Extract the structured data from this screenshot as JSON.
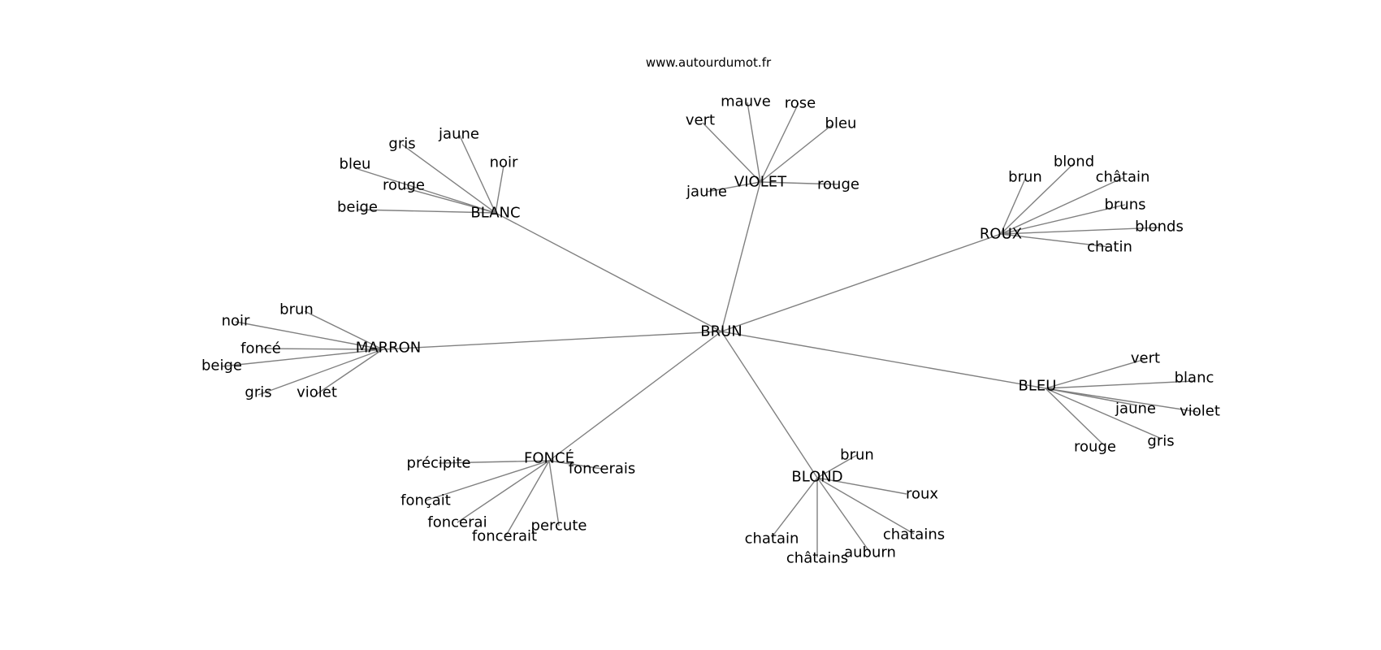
{
  "site": "www.autourdumot.fr",
  "center": "BRUN",
  "hubs": [
    {
      "label": "BLANC",
      "words": [
        "gris",
        "jaune",
        "noir",
        "bleu",
        "rouge",
        "beige"
      ]
    },
    {
      "label": "VIOLET",
      "words": [
        "mauve",
        "rose",
        "vert",
        "bleu",
        "jaune",
        "rouge"
      ]
    },
    {
      "label": "ROUX",
      "words": [
        "blond",
        "brun",
        "châtain",
        "bruns",
        "blonds",
        "chatin"
      ]
    },
    {
      "label": "MARRON",
      "words": [
        "brun",
        "noir",
        "foncé",
        "beige",
        "gris",
        "violet"
      ]
    },
    {
      "label": "BLEU",
      "words": [
        "vert",
        "blanc",
        "jaune",
        "violet",
        "rouge",
        "gris"
      ]
    },
    {
      "label": "FONCÉ",
      "words": [
        "précipite",
        "foncerais",
        "fonçait",
        "foncerai",
        "foncerait",
        "percute"
      ]
    },
    {
      "label": "BLOND",
      "words": [
        "brun",
        "roux",
        "chatain",
        "chatains",
        "châtains",
        "auburn"
      ]
    }
  ]
}
